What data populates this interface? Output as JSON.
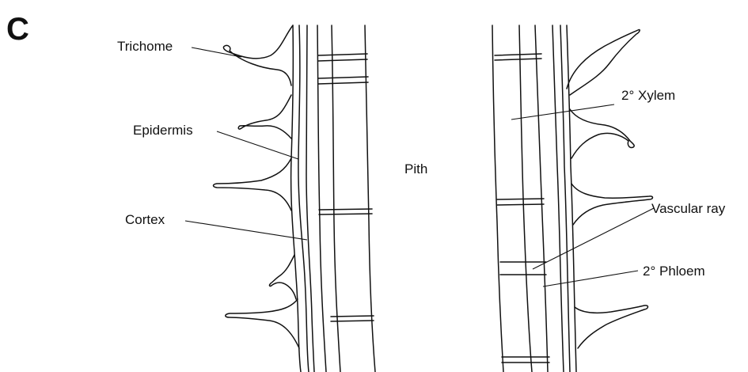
{
  "panel_letter": "C",
  "labels": {
    "trichome": "Trichome",
    "epidermis": "Epidermis",
    "cortex": "Cortex",
    "pith": "Pith",
    "xylem": "2° Xylem",
    "vascular_ray": "Vascular ray",
    "phloem": "2° Phloem"
  },
  "colors": {
    "stroke": "#111111",
    "background": "#ffffff"
  }
}
